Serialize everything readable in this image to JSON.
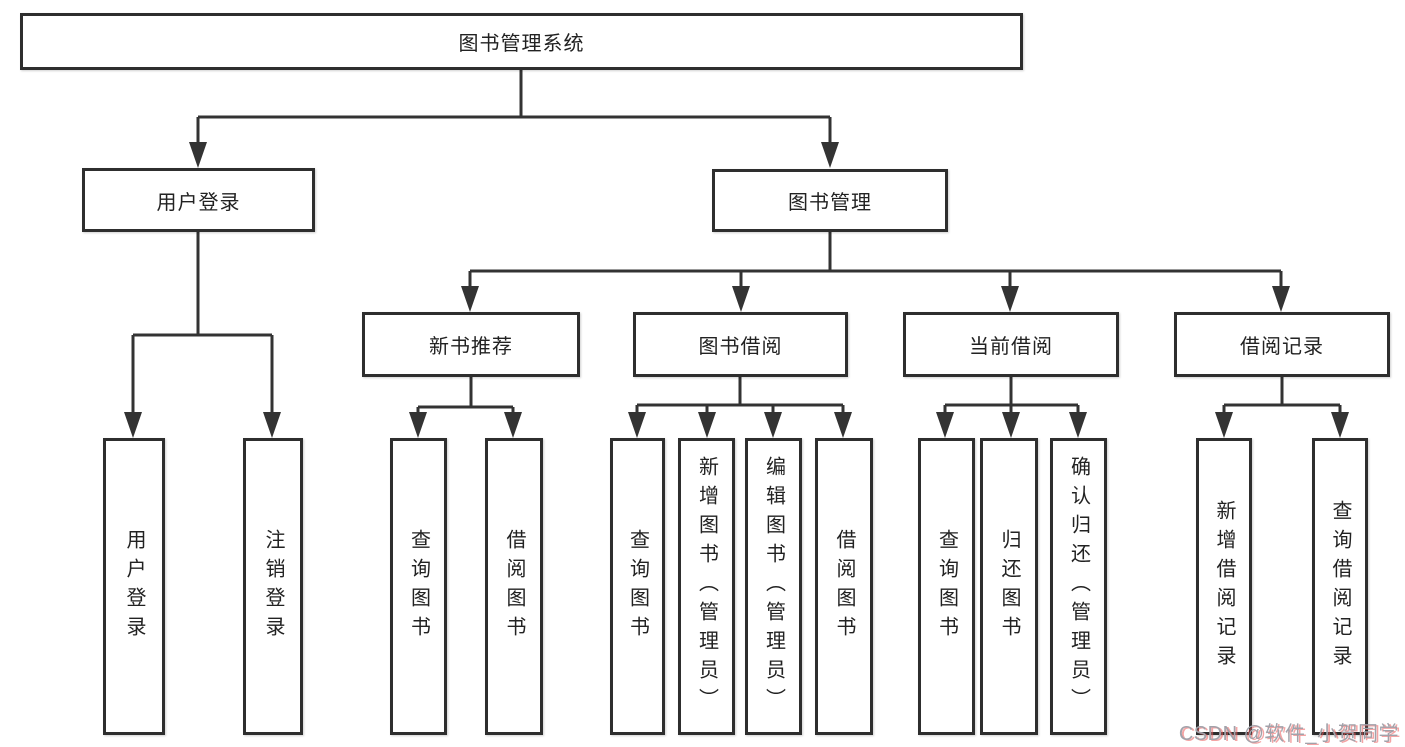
{
  "nodes": {
    "root": "图书管理系统",
    "user_login": "用户登录",
    "book_mgmt": "图书管理",
    "new_book_rec": "新书推荐",
    "book_borrow": "图书借阅",
    "current_borrow": "当前借阅",
    "borrow_records": "借阅记录",
    "leaf_user_login": "用户登录",
    "leaf_logout": "注销登录",
    "leaf_nr_query_books": "查询图书",
    "leaf_nr_borrow_books": "借阅图书",
    "leaf_bb_query_books": "查询图书",
    "leaf_bb_add_books": "新增图书（管理员）",
    "leaf_bb_edit_books": "编辑图书（管理员）",
    "leaf_bb_borrow_books": "借阅图书",
    "leaf_cb_query_books": "查询图书",
    "leaf_cb_return_books": "归还图书",
    "leaf_cb_confirm_return": "确认归还（管理员）",
    "leaf_br_add_record": "新增借阅记录",
    "leaf_br_query_record": "查询借阅记录"
  },
  "watermark": "CSDN @软件_小贺同学",
  "colors": {
    "line": "#333333",
    "box_border": "#2e2e2e",
    "text": "#222222",
    "background": "#ffffff",
    "watermark": "#a2a2aa"
  }
}
